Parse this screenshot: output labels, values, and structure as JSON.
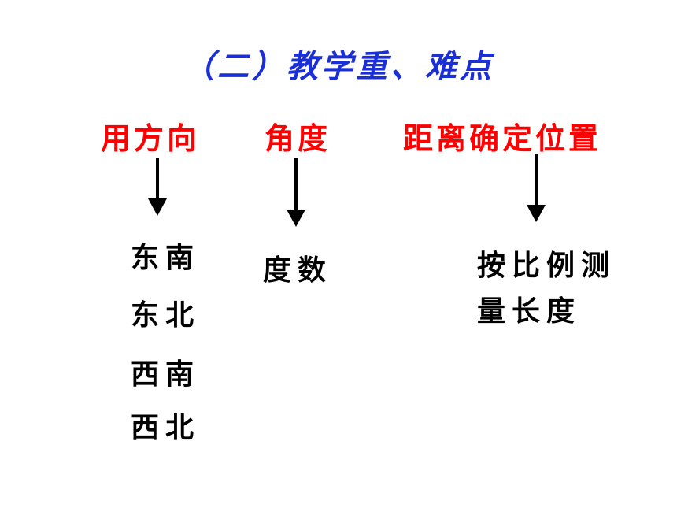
{
  "title": "（二）教学重、难点",
  "headings": {
    "direction": "用方向",
    "angle": "角度",
    "distance": "距离确定位置"
  },
  "directions": [
    "东南",
    "东北",
    "西南",
    "西北"
  ],
  "angle_item": "度数",
  "distance_items": [
    "按比例测",
    "量长度"
  ],
  "colors": {
    "title": "#1a2fd6",
    "heading": "#ff0000",
    "body": "#000000"
  }
}
